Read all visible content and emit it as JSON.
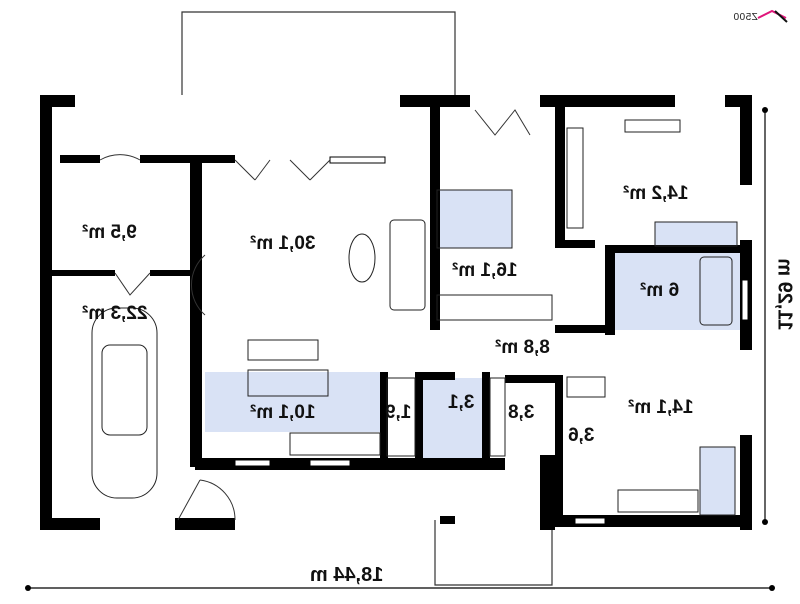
{
  "logo": "Z500",
  "rooms": [
    {
      "id": "hall",
      "area": "9,5 m²"
    },
    {
      "id": "garage",
      "area": "22,3 m²"
    },
    {
      "id": "living",
      "area": "30,1 m²"
    },
    {
      "id": "bedroom1",
      "area": "16,1 m²"
    },
    {
      "id": "bedroom2",
      "area": "14,2 m²"
    },
    {
      "id": "bathroom",
      "area": "6 m²"
    },
    {
      "id": "corridor",
      "area": "8,8 m²"
    },
    {
      "id": "bedroom3",
      "area": "14,1 m²"
    },
    {
      "id": "kitchen",
      "area": "10,1 m²"
    },
    {
      "id": "pantry",
      "area": "1,9"
    },
    {
      "id": "wc",
      "area": "3,1"
    },
    {
      "id": "wardrobe",
      "area": "3,8"
    },
    {
      "id": "closet",
      "area": "3,6"
    }
  ],
  "dimensions": {
    "width": "18,44 m",
    "depth": "11,29 m"
  },
  "colors": {
    "wall": "#000000",
    "wet_room": "#d9e2f5",
    "logo_accent": "#e0157a"
  }
}
